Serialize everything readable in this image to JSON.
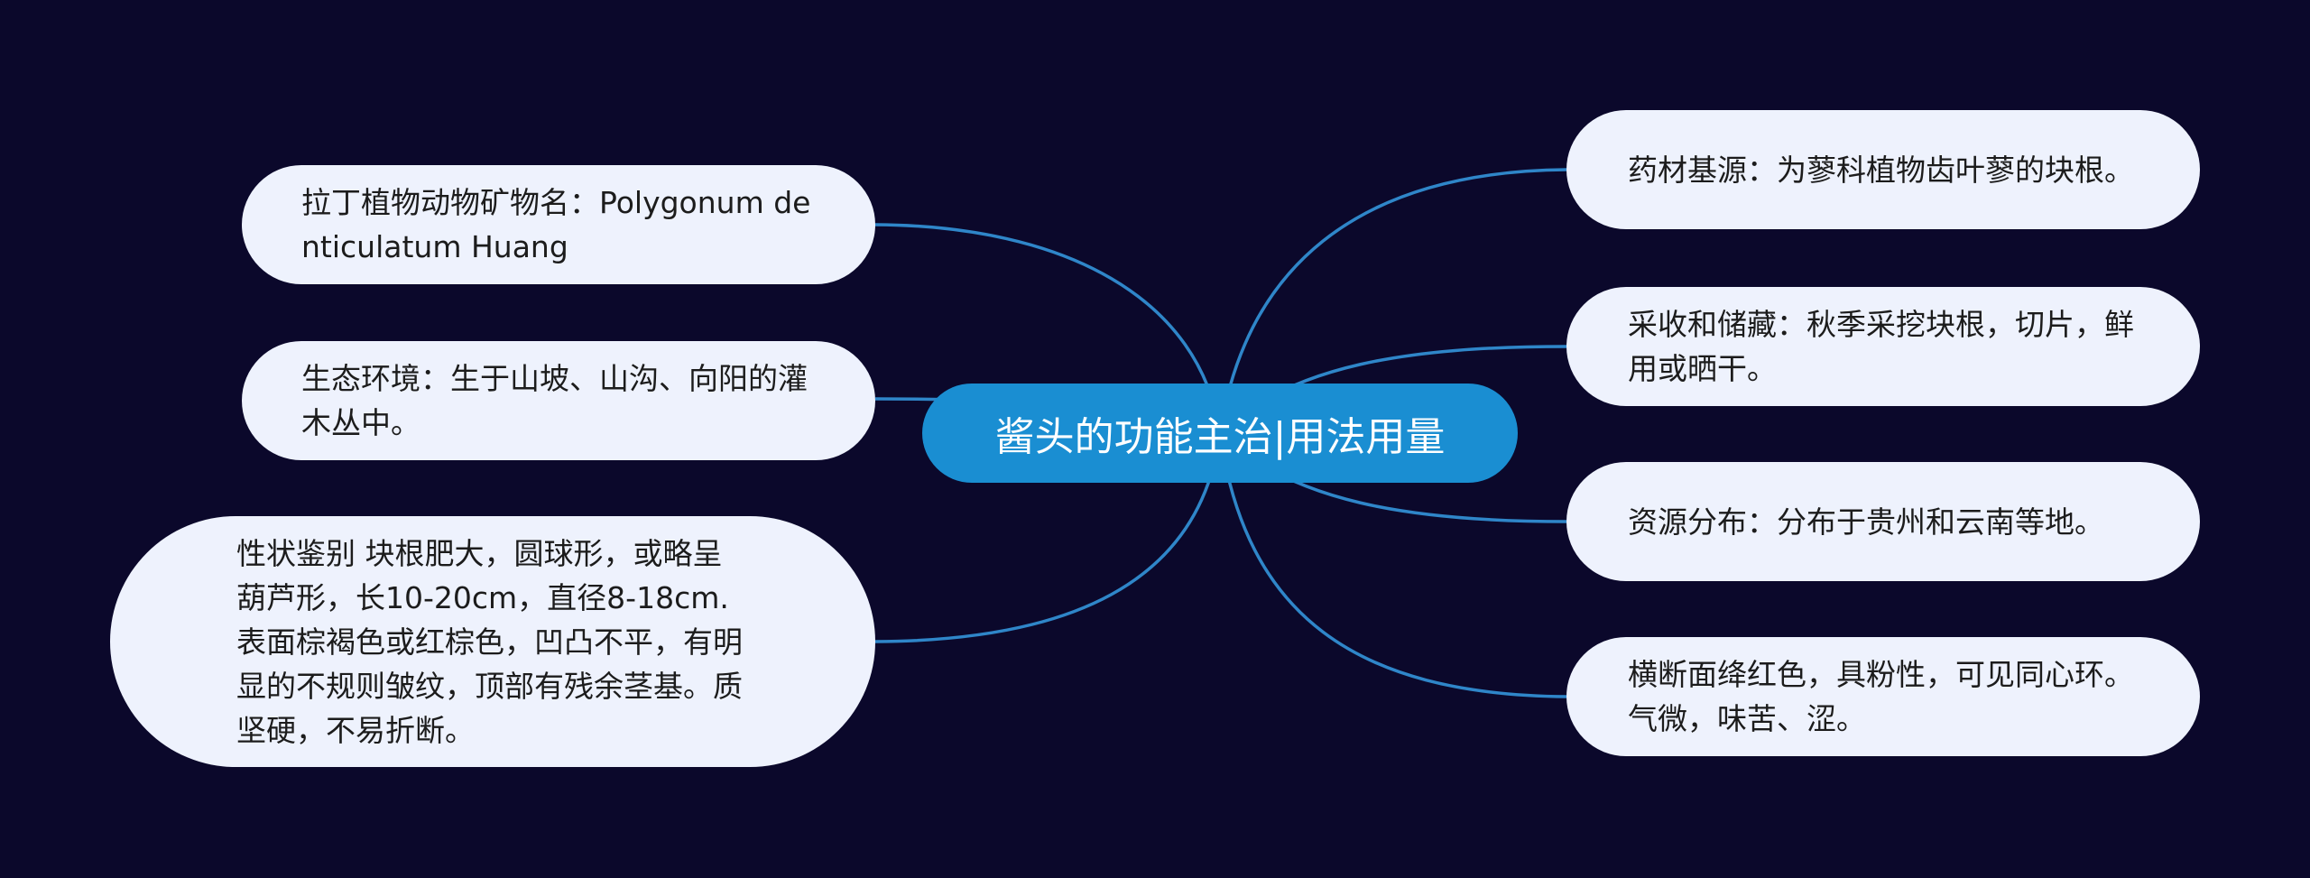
{
  "center": {
    "title": "酱头的功能主治|用法用量"
  },
  "topics": {
    "latin_name": "拉丁植物动物矿物名：Polygonum denticulatum Huang",
    "habitat": "生态环境：生于山坡、山沟、向阳的灌木丛中。",
    "identification": "性状鉴别 块根肥大，圆球形，或略呈葫芦形，长10-20cm，直径8-18cm.表面棕褐色或红棕色，凹凸不平，有明显的不规则皱纹，顶部有残余茎基。质坚硬，不易折断。",
    "source": "药材基源：为蓼科植物齿叶蓼的块根。",
    "harvest": "采收和储藏：秋季采挖块根，切片，鲜用或晒干。",
    "distribution": "资源分布：分布于贵州和云南等地。",
    "cross_section": "横断面绛红色，具粉性，可见同心环。气微，味苦、涩。"
  },
  "colors": {
    "background": "#0b082b",
    "center_fill": "#1a8ed2",
    "topic_fill": "#eef2fd",
    "connector": "#2f86c9"
  }
}
